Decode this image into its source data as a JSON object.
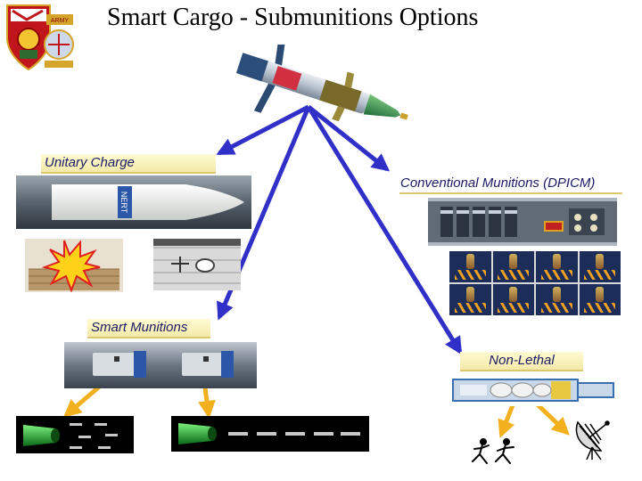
{
  "title": "Smart Cargo  - Submunitions Options",
  "labels": {
    "unitary": "Unitary Charge",
    "conventional": "Conventional Munitions (DPICM)",
    "smart": "Smart Munitions",
    "nonlethal": "Non-Lethal"
  },
  "colors": {
    "arrow_blue": "#3030c8",
    "arrow_yellow": "#f2b01e",
    "label_bg": "#fff6c4",
    "label_text": "#1a1a66"
  },
  "icons": [
    "army-crest-logo",
    "projectile-image",
    "explosion-icon",
    "running-people-icon",
    "satellite-dish-icon"
  ]
}
